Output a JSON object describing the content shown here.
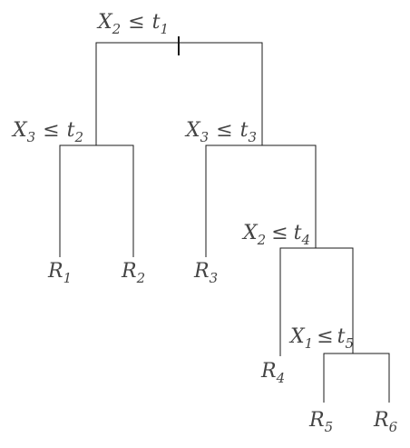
{
  "nodes": {
    "split_1": {
      "variable": "X",
      "variable_index": "2",
      "operator": "≤",
      "threshold": "t",
      "threshold_index": "1"
    },
    "split_2": {
      "variable": "X",
      "variable_index": "3",
      "operator": "≤",
      "threshold": "t",
      "threshold_index": "2"
    },
    "split_3": {
      "variable": "X",
      "variable_index": "3",
      "operator": "≤",
      "threshold": "t",
      "threshold_index": "3"
    },
    "split_4": {
      "variable": "X",
      "variable_index": "2",
      "operator": "≤",
      "threshold": "t",
      "threshold_index": "4"
    },
    "split_5": {
      "variable": "X",
      "variable_index": "1",
      "operator": "≤",
      "threshold": "t",
      "threshold_index": "5"
    }
  },
  "leaves": [
    {
      "symbol": "R",
      "index": "1"
    },
    {
      "symbol": "R",
      "index": "2"
    },
    {
      "symbol": "R",
      "index": "3"
    },
    {
      "symbol": "R",
      "index": "4"
    },
    {
      "symbol": "R",
      "index": "5"
    },
    {
      "symbol": "R",
      "index": "6"
    }
  ]
}
